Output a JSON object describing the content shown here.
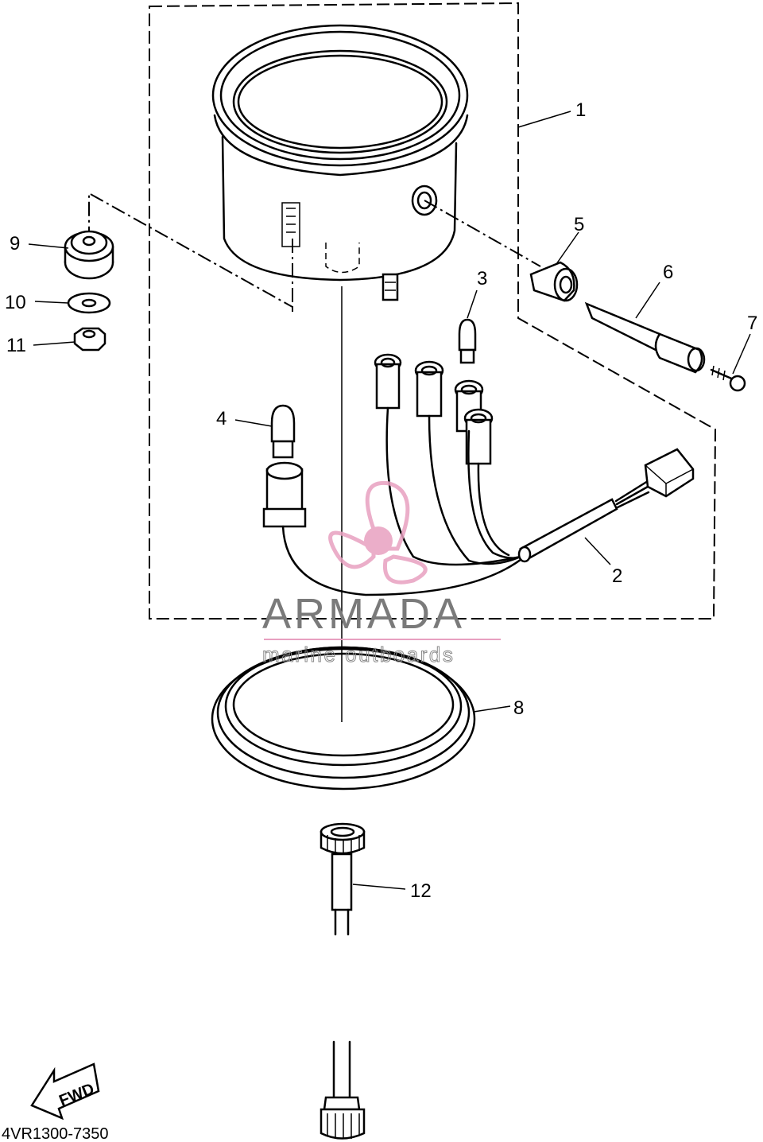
{
  "diagram": {
    "drawing_code": "4VR1300-7350",
    "fwd_label": "FWD",
    "watermark": {
      "title": "ARMADA",
      "subtitle": "marine outboards",
      "logo_color": "#e8a0c0",
      "text_color": "#7a7a7a"
    },
    "callouts": [
      {
        "num": "1"
      },
      {
        "num": "2"
      },
      {
        "num": "3"
      },
      {
        "num": "4"
      },
      {
        "num": "5"
      },
      {
        "num": "6"
      },
      {
        "num": "7"
      },
      {
        "num": "8"
      },
      {
        "num": "9"
      },
      {
        "num": "10"
      },
      {
        "num": "11"
      },
      {
        "num": "12"
      }
    ]
  }
}
